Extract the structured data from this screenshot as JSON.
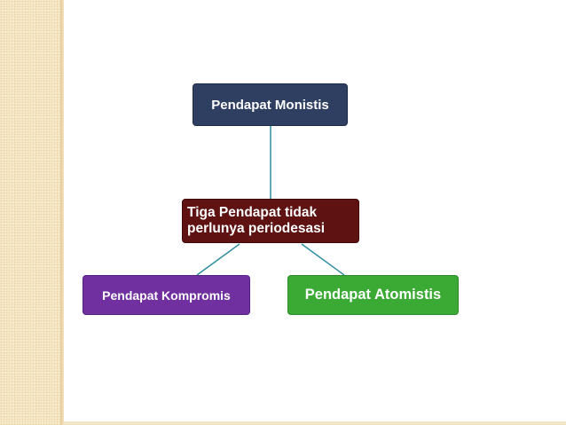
{
  "diagram": {
    "center": {
      "label": "Tiga Pendapat tidak perlunya periodesasi",
      "color": "#5e1212"
    },
    "top": {
      "label": "Pendapat Monistis",
      "color": "#2e3f62"
    },
    "left": {
      "label": "Pendapat Kompromis",
      "color": "#7030a0"
    },
    "right": {
      "label": "Pendapat Atomistis",
      "color": "#3aaa35"
    },
    "connector_color": "#2f8ea0"
  }
}
